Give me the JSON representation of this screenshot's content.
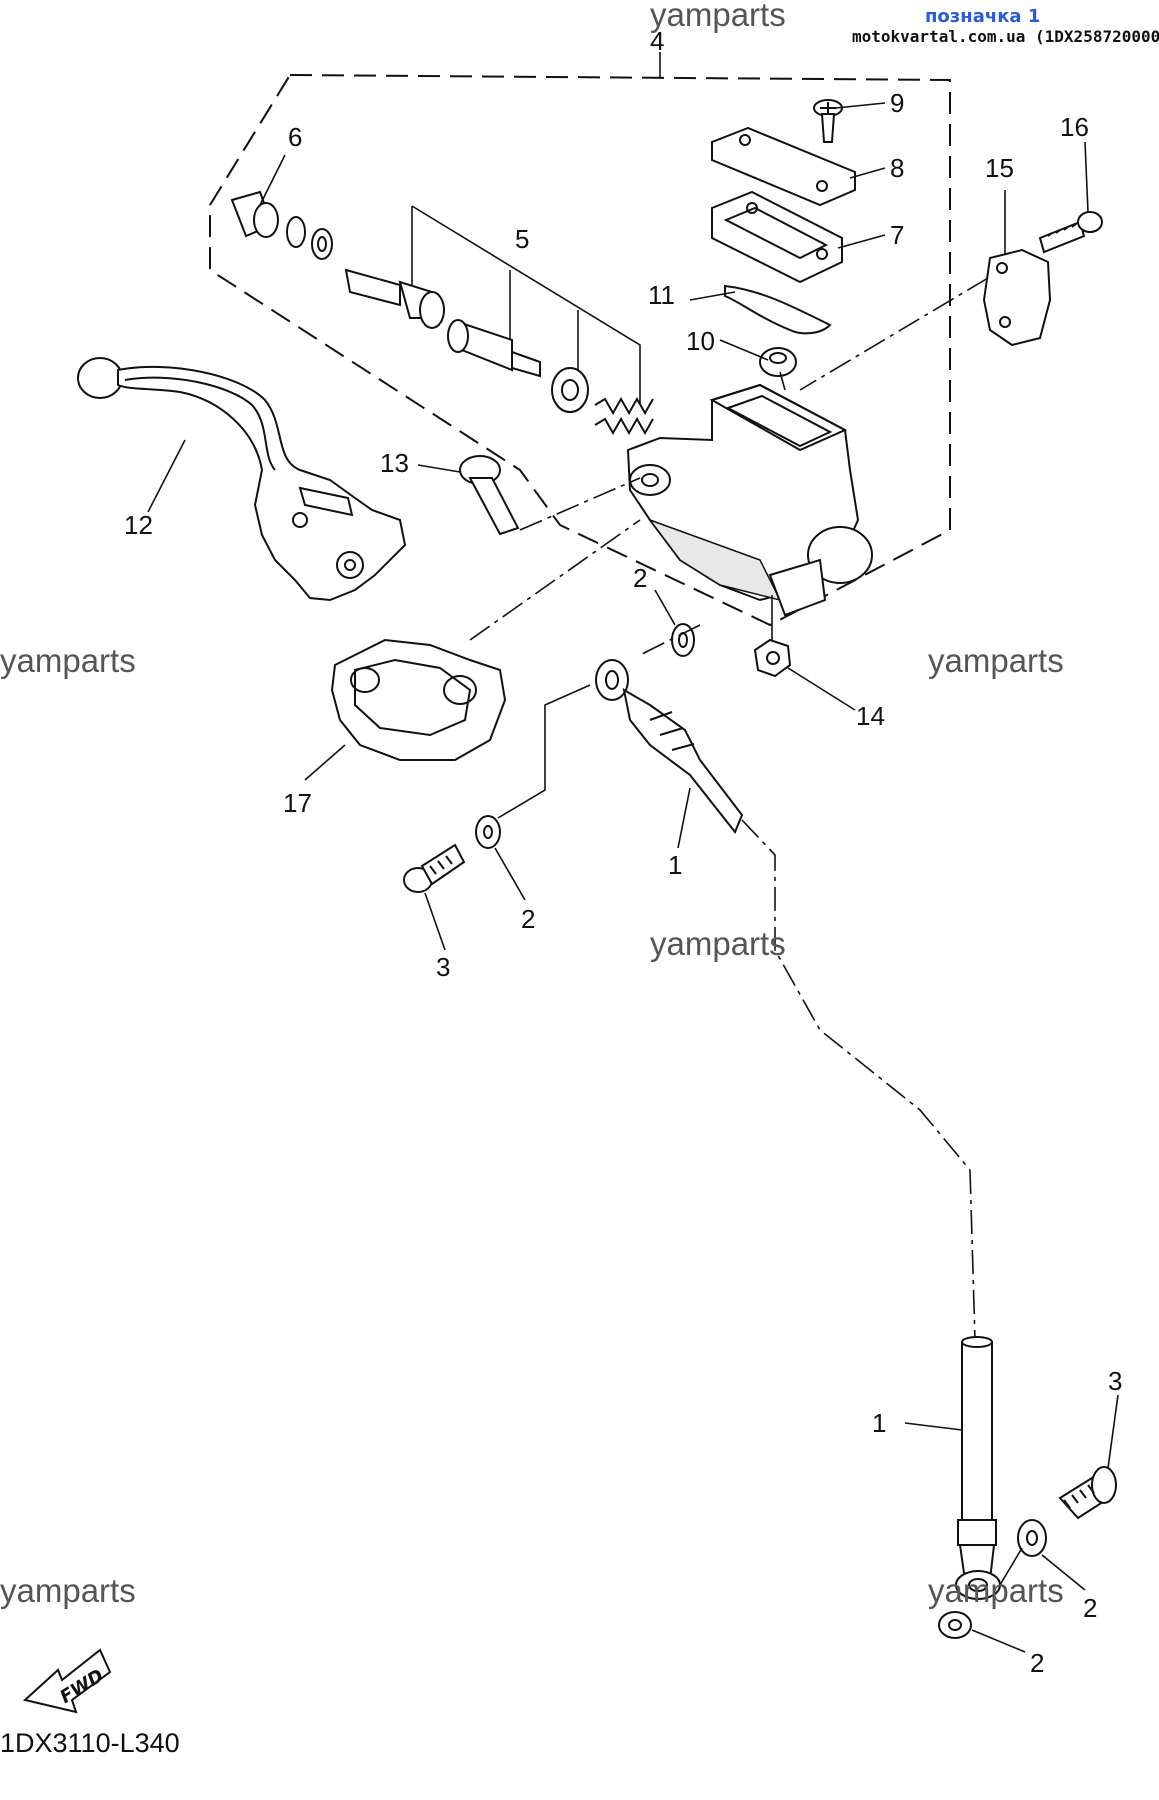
{
  "header": {
    "tag": "позначка 1",
    "source": "motokvartal.com.ua (1DX258720000)"
  },
  "watermark": "yamparts",
  "diagram_code": "1DX3110-L340",
  "fwd_label": "FWD",
  "callouts": [
    "1",
    "2",
    "3",
    "4",
    "5",
    "6",
    "7",
    "8",
    "9",
    "10",
    "11",
    "12",
    "13",
    "14",
    "15",
    "16",
    "17"
  ],
  "colors": {
    "line": "#111111",
    "watermark": "#555555",
    "tag": "#2a5bd7"
  }
}
